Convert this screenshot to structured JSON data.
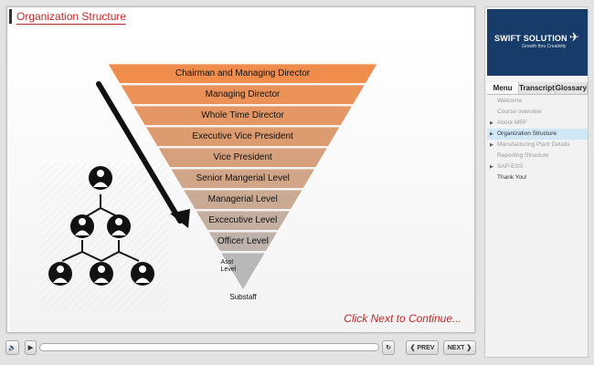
{
  "slide": {
    "title": "Organization Structure",
    "continue_text": "Click Next to Continue...",
    "pyramid_levels": [
      "Chairman and Managing Director",
      "Managing Director",
      "Whole Time Director",
      "Executive Vice President",
      "Vice President",
      "Senior Mangerial Level",
      "Managerial Level",
      "Excecutive Level",
      "Officer Level",
      "Asst Level",
      "Substaff"
    ]
  },
  "sidebar": {
    "logo": {
      "title": "SWIFT SOLUTION",
      "tagline": "Growth thru Creativity"
    },
    "tabs": [
      "Menu",
      "Transcript",
      "Glossary"
    ],
    "menu_items": [
      "Welcome",
      "Course overview",
      "About MRF",
      "Organization Structure",
      "Manufacturing Plant Details",
      "Reporting Structure",
      "SAP-ESS",
      "Thank You!"
    ]
  },
  "controls": {
    "prev_label": "PREV",
    "next_label": "NEXT",
    "progress": 0
  },
  "colors": {
    "accent": "#c0282a",
    "logo_bg": "#173c6a",
    "pyramid_top": "#f08d4c",
    "pyramid_bottom": "#bcbcbc"
  },
  "icons": {
    "volume": "volume-icon",
    "play": "play-icon",
    "replay": "replay-icon",
    "prev": "chevron-left-icon",
    "next": "chevron-right-icon",
    "logo": "bird-icon",
    "org_people": "org-chart-people-icon"
  }
}
